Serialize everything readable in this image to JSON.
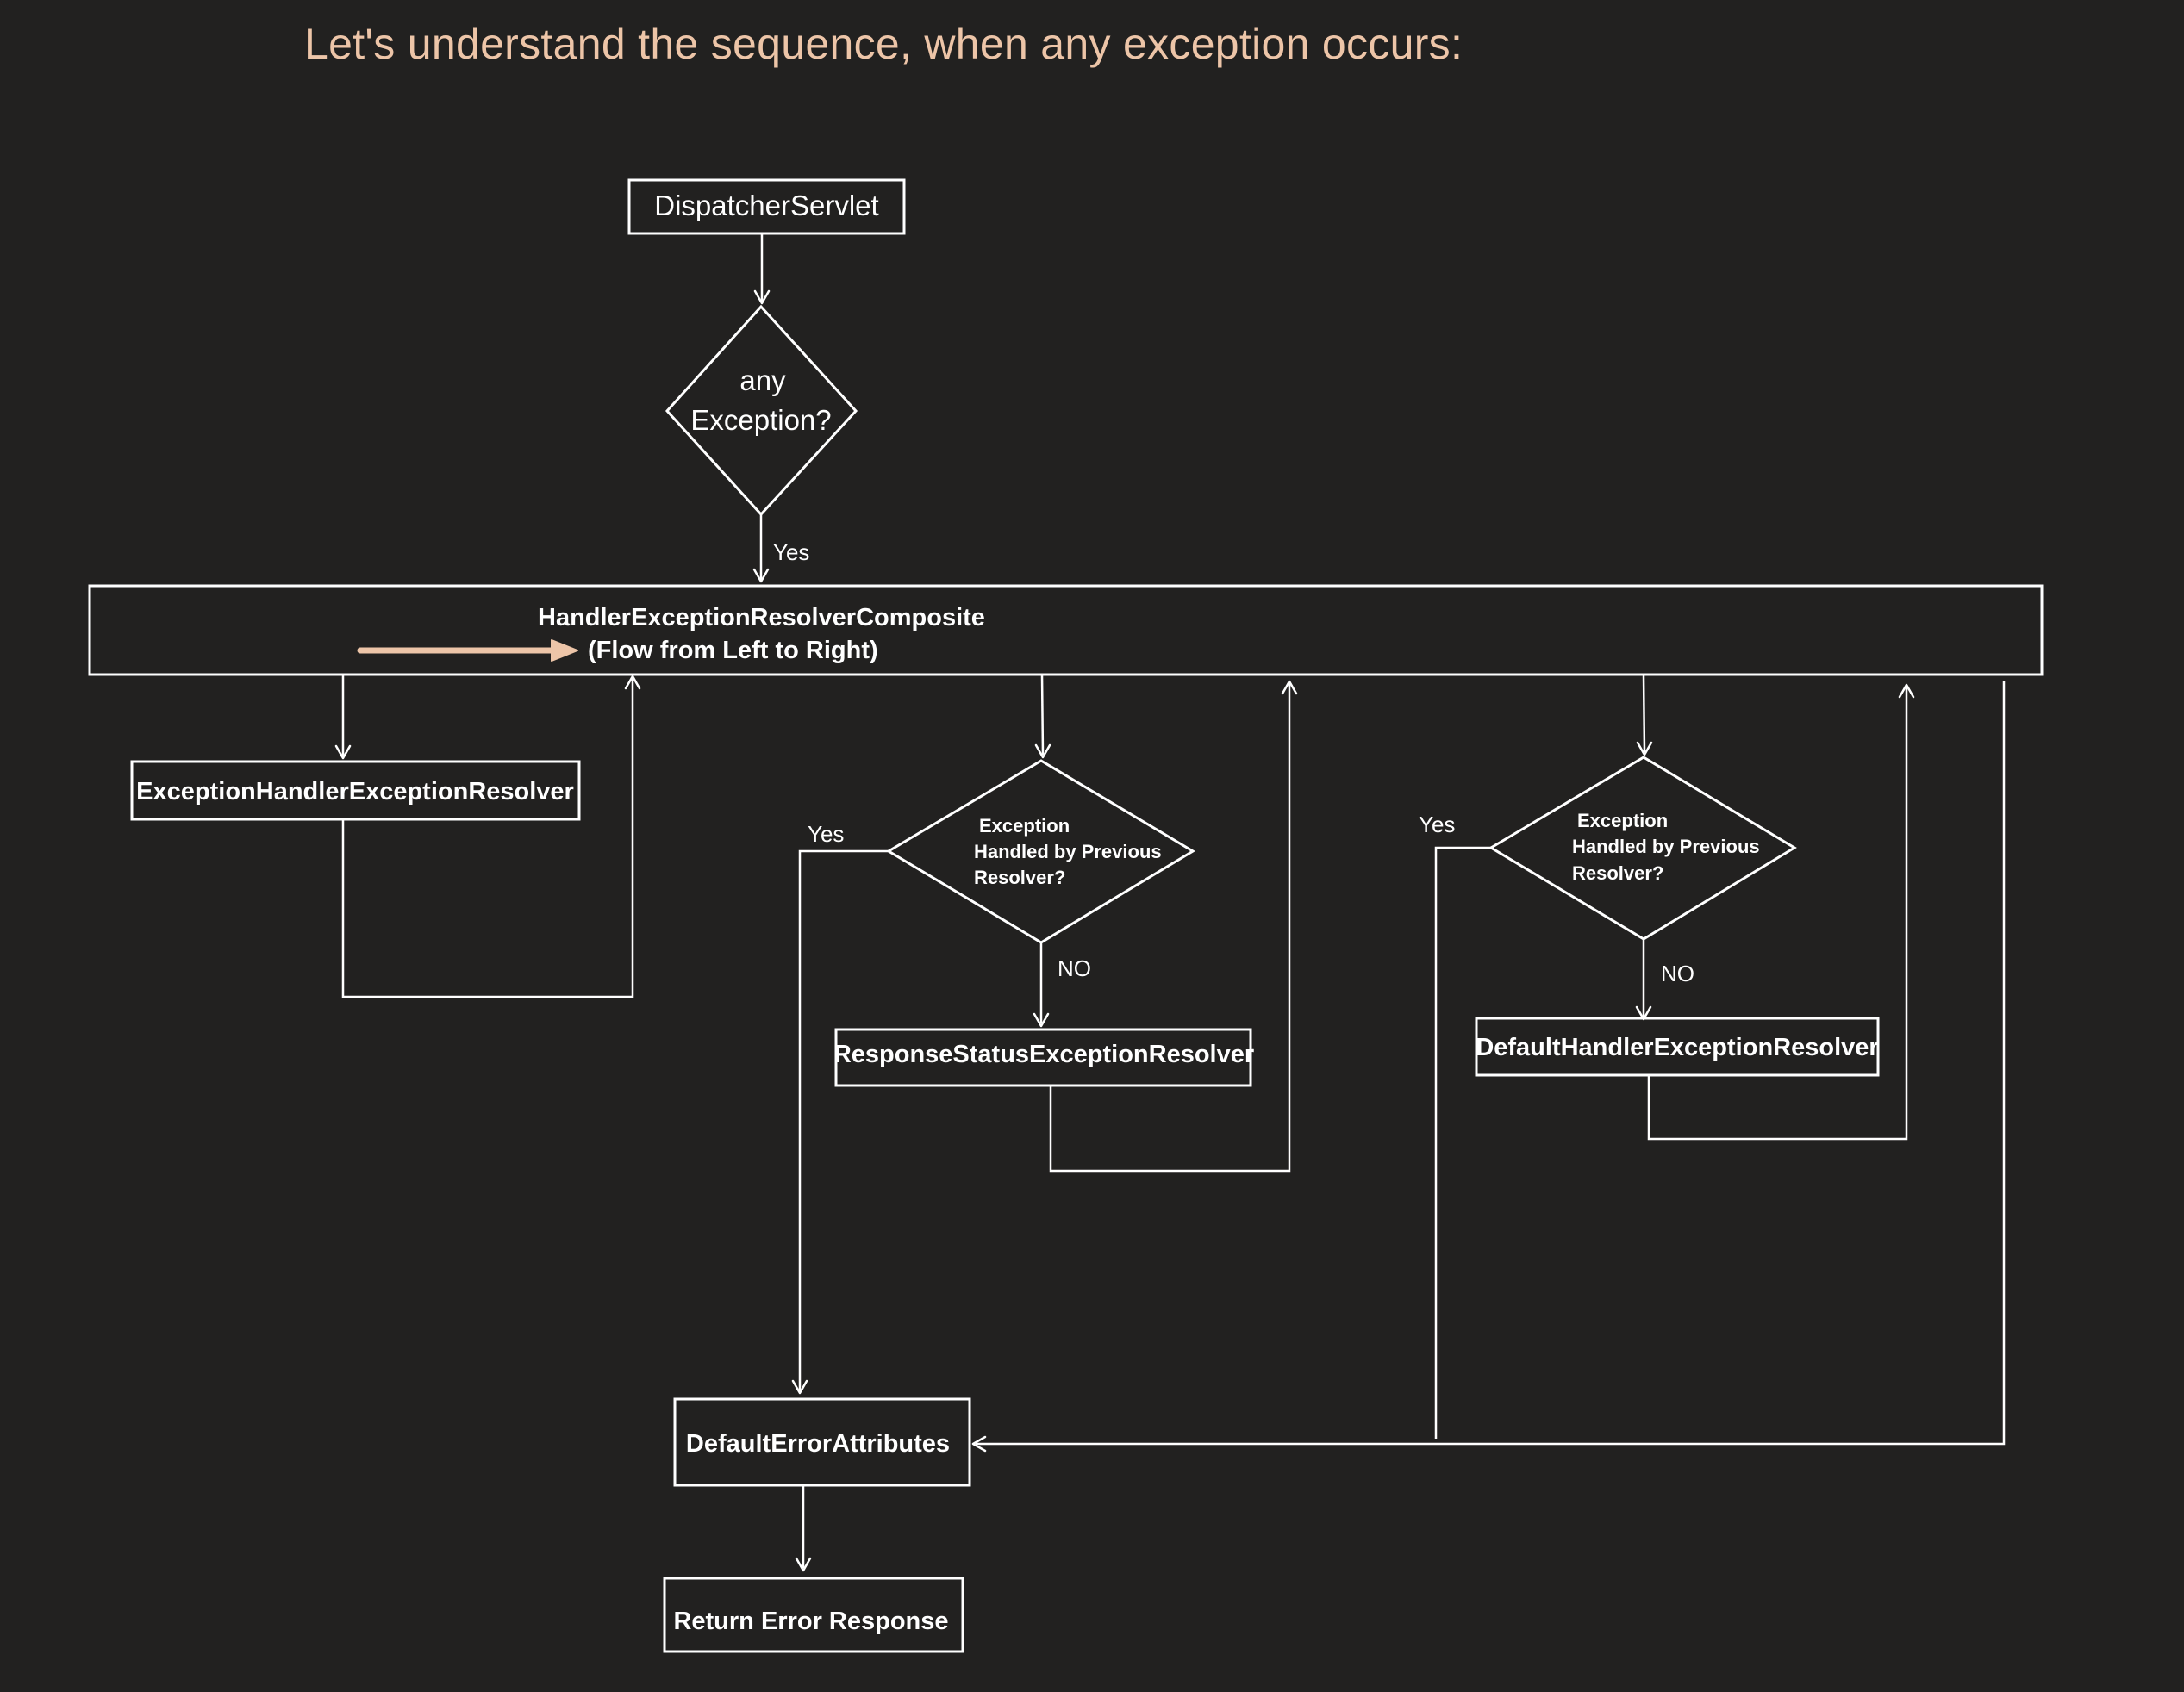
{
  "title": "Let's understand the sequence, when any exception occurs:",
  "colors": {
    "background": "#222120",
    "accent": "#EDC5A8",
    "lines": "#ffffff"
  },
  "nodes": {
    "dispatcher": "DispatcherServlet",
    "any_exception": [
      "any",
      "Exception?"
    ],
    "composite": [
      "HandlerExceptionResolverComposite",
      "(Flow from Left to Right)"
    ],
    "exception_handler_resolver": "ExceptionHandlerExceptionResolver",
    "decision_1": [
      "Exception",
      "Handled by Previous",
      "Resolver?"
    ],
    "response_status_resolver": "ResponseStatusExceptionResolver",
    "decision_2": [
      "Exception",
      "Handled by Previous",
      "Resolver?"
    ],
    "default_handler_resolver": "DefaultHandlerExceptionResolver",
    "default_error_attributes": "DefaultErrorAttributes",
    "return_error_response": "Return Error Response"
  },
  "edge_labels": {
    "any_exception_yes": "Yes",
    "decision_1_yes": "Yes",
    "decision_1_no": "NO",
    "decision_2_yes": "Yes",
    "decision_2_no": "NO"
  }
}
